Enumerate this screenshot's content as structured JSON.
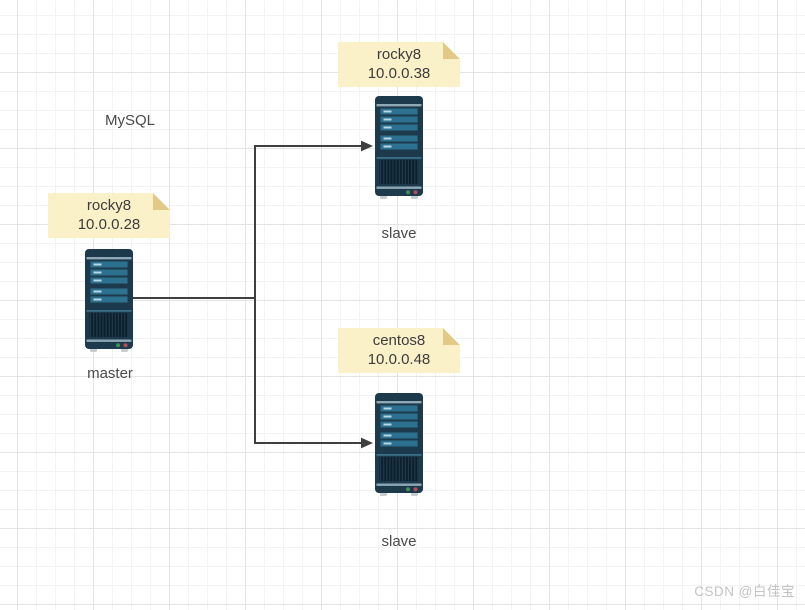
{
  "canvas": {
    "watermark": "CSDN @白佳宝"
  },
  "diagram": {
    "title_label": "MySQL",
    "nodes": [
      {
        "id": "master",
        "label": "master",
        "note": {
          "host": "rocky8",
          "ip": "10.0.0.28"
        }
      },
      {
        "id": "slave1",
        "label": "slave",
        "note": {
          "host": "rocky8",
          "ip": "10.0.0.38"
        }
      },
      {
        "id": "slave2",
        "label": "slave",
        "note": {
          "host": "centos8",
          "ip": "10.0.0.48"
        }
      }
    ],
    "edges": [
      {
        "from": "master",
        "to": "slave1"
      },
      {
        "from": "master",
        "to": "slave2"
      }
    ],
    "colors": {
      "note_fill": "#fbf1c8",
      "note_fold": "#e2ca86",
      "server_body": "#1d3a4c",
      "server_bar": "#2d7191",
      "server_stripe": "#8ea8b5",
      "led_green": "#3d9257",
      "led_red": "#b44a5e",
      "connector": "#3f3f3f",
      "grid_minor": "#f3f3f3",
      "grid_major": "#e4e4e4"
    }
  }
}
